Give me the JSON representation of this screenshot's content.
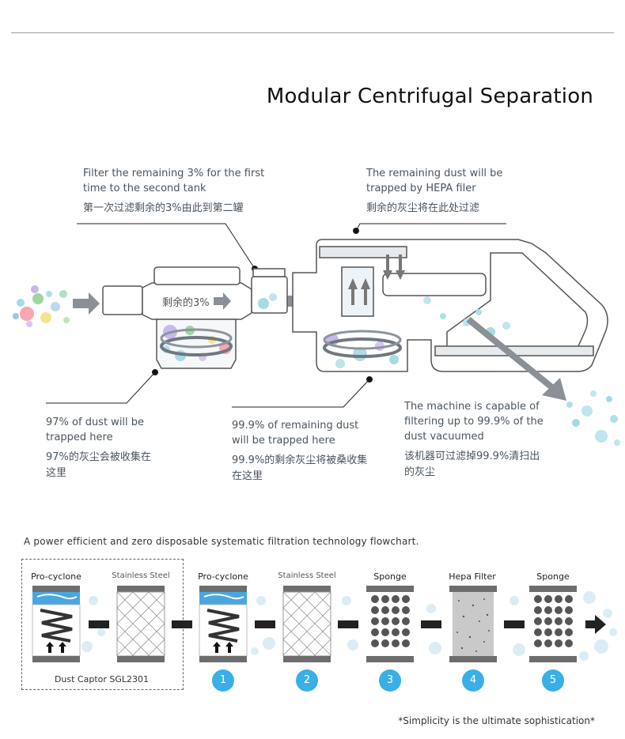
{
  "title": "Modular Centrifugal Separation",
  "annotations": {
    "first_filter": {
      "en": "Filter the remaining 3% for the first time to the second tank",
      "cn": "第一次过滤剩余的3%由此到第二罐"
    },
    "hepa": {
      "en": "The remaining dust will be trapped by HEPA filer",
      "cn": "剩余的灰尘将在此处过滤"
    },
    "dust97": {
      "en": "97% of dust will be trapped here",
      "cn": "97%的灰尘会被收集在这里"
    },
    "dust999": {
      "en": "99.9% of remaining dust will be trapped here",
      "cn": "99.9%的剩余灰尘将被桑收集在这里"
    },
    "machine": {
      "en": "The machine is capable of filtering up to 99.9% of the dust vacuumed",
      "cn": "该机器可过滤掉99.9%清扫出的灰尘"
    }
  },
  "device_label": "剩余的3%",
  "flowchart": {
    "caption": "A power efficient and zero disposable systematic filtration technology flowchart.",
    "group_label": "Dust Captor SGL2301",
    "stages": [
      {
        "label": "Pro-cyclone",
        "kind": "cyclone",
        "number": ""
      },
      {
        "label": "Stainless Steel",
        "kind": "mesh",
        "number": ""
      },
      {
        "label": "Pro-cyclone",
        "kind": "cyclone",
        "number": "1"
      },
      {
        "label": "Stainless Steel",
        "kind": "mesh",
        "number": "2"
      },
      {
        "label": "Sponge",
        "kind": "sponge",
        "number": "3"
      },
      {
        "label": "Hepa Filter",
        "kind": "hepa",
        "number": "4"
      },
      {
        "label": "Sponge",
        "kind": "sponge",
        "number": "5"
      }
    ],
    "accent_color": "#3aaee6"
  },
  "footer": "*Simplicity is the ultimate sophistication*"
}
